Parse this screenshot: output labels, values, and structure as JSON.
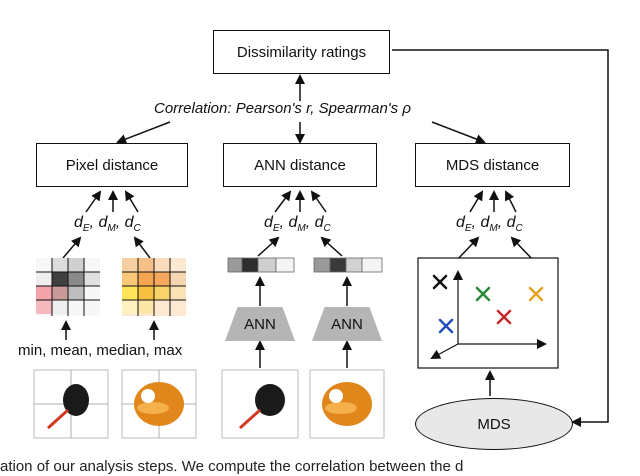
{
  "top_box": "Dissimilarity ratings",
  "correlation_label": "Correlation: Pearson's r, Spearman's ρ",
  "distance_boxes": [
    "Pixel distance",
    "ANN distance",
    "MDS distance"
  ],
  "metric_labels": {
    "d_e": {
      "base": "d",
      "sub": "E",
      "sep": ","
    },
    "d_m": {
      "base": "d",
      "sub": "M",
      "sep": ","
    },
    "d_c": {
      "base": "d",
      "sub": "C",
      "sep": ""
    }
  },
  "pooling_label": "min, mean, median, max",
  "ann_label": "ANN",
  "mds_label": "MDS",
  "caption_fragment": "ation of our analysis steps. We compute the correlation between the d"
}
